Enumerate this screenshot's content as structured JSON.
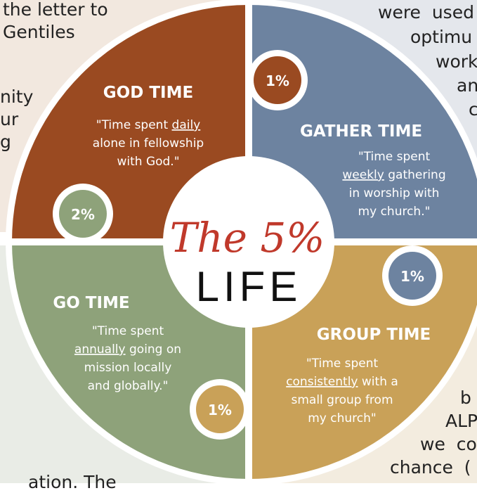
{
  "background": {
    "top_left_lines": [
      "the letter to",
      "Gentiles",
      "",
      "nity",
      "ur",
      "g"
    ],
    "top_right_lines": [
      "were  used",
      "optimu",
      "work",
      "an",
      "c"
    ],
    "bottom_right_lines": [
      "b",
      "ALP",
      "we  co",
      "chance  ("
    ],
    "bottom_left_fragment": "ation. The"
  },
  "logo": {
    "script_text": "The 5%",
    "word": "LIFE"
  },
  "quadrants": [
    {
      "title": "GOD TIME",
      "text_before": "\"Time spent ",
      "emphasis": "daily",
      "line2": "alone in fellowship",
      "line3": "with God.\"",
      "color": "#9a4a21"
    },
    {
      "title": "GATHER TIME",
      "text_before": "\"Time spent",
      "emphasis": "weekly",
      "after": " gathering",
      "line3": "in worship with",
      "line4": "my church.\"",
      "color": "#6d83a0"
    },
    {
      "title": "GROUP TIME",
      "text_before": "\"Time spent",
      "emphasis": "consistently",
      "after": " with a",
      "line3": "small group from",
      "line4": "my church\"",
      "color": "#c9a158"
    },
    {
      "title": "GO TIME",
      "text_before": "\"Time spent",
      "emphasis": "annually",
      "after": " going on",
      "line3": "mission locally",
      "line4": "and globally.\"",
      "color": "#8ea27a"
    }
  ],
  "percentages": {
    "god_gather": "1%",
    "go_god": "2%",
    "gather_group": "1%",
    "group_go": "1%"
  }
}
